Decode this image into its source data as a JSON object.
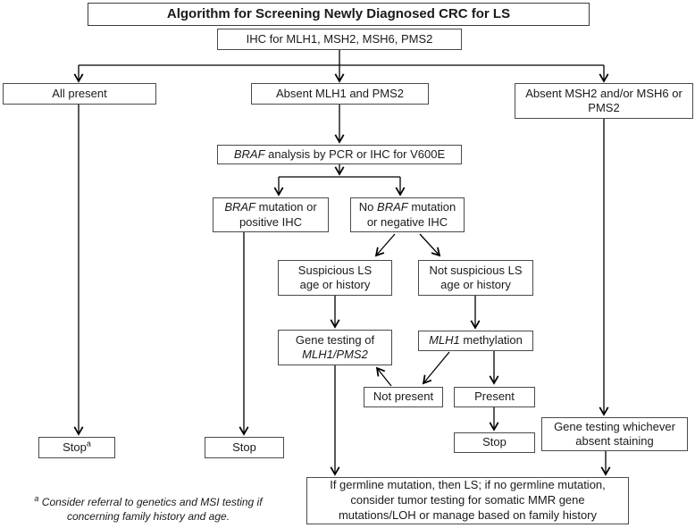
{
  "title": "Algorithm for Screening Newly Diagnosed CRC for LS",
  "nodes": {
    "ihc": "IHC for MLH1, MSH2, MSH6, PMS2",
    "all_present": "All present",
    "absent_mlh1_pms2": "Absent MLH1 and PMS2",
    "absent_msh2": {
      "l1": "Absent MSH2 and/or MSH6 or",
      "l2": "PMS2"
    },
    "braf_analysis": {
      "italic": "BRAF",
      "rest": " analysis by PCR or IHC for V600E"
    },
    "braf_mutation": {
      "l1_italic": "BRAF",
      "l1_rest": " mutation or",
      "l2": "positive IHC"
    },
    "no_braf": {
      "l1_pre": "No ",
      "l1_italic": "BRAF",
      "l1_rest": " mutation",
      "l2": "or negative IHC"
    },
    "suspicious": {
      "l1": "Suspicious LS",
      "l2": "age or history"
    },
    "not_suspicious": {
      "l1": "Not suspicious LS",
      "l2": "age or history"
    },
    "gene_testing_mlh1": {
      "l1": "Gene testing of",
      "l2_italic": "MLH1/PMS2"
    },
    "mlh1_methylation": {
      "italic": "MLH1",
      "rest": " methylation"
    },
    "not_present": "Not present",
    "present": "Present",
    "stop_a": {
      "text": "Stop",
      "sup": "a"
    },
    "stop_mid": "Stop",
    "stop_right": "Stop",
    "gene_testing_absent": {
      "l1": "Gene testing whichever",
      "l2": "absent staining"
    },
    "germline": {
      "l1": "If germline mutation, then LS; if no germline mutation,",
      "l2": "consider tumor testing for somatic MMR gene",
      "l3": "mutations/LOH or manage based on family history"
    }
  },
  "footnote": {
    "sup": "a",
    "line1": " Consider referral to genetics and MSI testing if",
    "line2": "concerning family history and age."
  },
  "colors": {
    "background": "#ffffff",
    "box_border": "#4a4a4a",
    "text": "#1a1a1a",
    "arrow": "#000000"
  }
}
